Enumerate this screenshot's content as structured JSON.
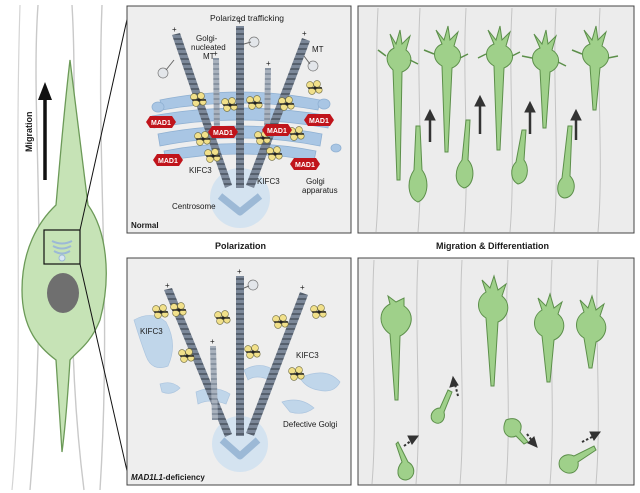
{
  "left_cell": {
    "migration_label": "Migration"
  },
  "normal_panel": {
    "title": "Polarized trafficking",
    "golgi_mt_label": "Golgi-nucleated MT",
    "mt_label": "MT",
    "golgi_label": "Golgi apparatus",
    "centrosome_label": "Centrosome",
    "kifc3_label": "KIFC3",
    "mad1_label": "MAD1",
    "condition": "Normal",
    "plus": "+"
  },
  "deficient_panel": {
    "kifc3_label": "KIFC3",
    "defective_golgi_label": "Defective Golgi",
    "condition_gene": "MAD1L1",
    "condition_suffix": "-deficiency",
    "plus": "+"
  },
  "section_labels": {
    "polarization": "Polarization",
    "migration_differentiation": "Migration & Differentiation"
  },
  "colors": {
    "cell_green": "#9fd08a",
    "cell_stroke": "#5c8f4a",
    "mad1_red": "#c0141b",
    "golgi_blue": "#a9c6e4",
    "microtubule": "#6f7c8c",
    "motor_yellow": "#f1e08a",
    "panel_bg": "#ededed"
  }
}
